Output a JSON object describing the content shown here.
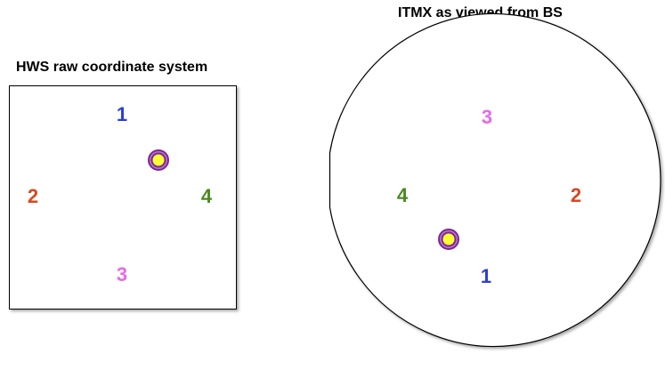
{
  "hws": {
    "title": "HWS raw coordinate system",
    "labels": {
      "top": "1",
      "left": "2",
      "bottom": "3",
      "right": "4"
    }
  },
  "itmx": {
    "title": "ITMX as viewed from BS",
    "labels": {
      "top": "3",
      "left": "4",
      "right": "2",
      "bottom": "1"
    }
  },
  "colors": {
    "label_1": "#2b3fd9",
    "label_2": "#d9481f",
    "label_3": "#e868e8",
    "label_4": "#4a8a1f",
    "target_outer": "#7a2a8a",
    "target_ring": "#c070d8",
    "target_center": "#ffff33"
  }
}
